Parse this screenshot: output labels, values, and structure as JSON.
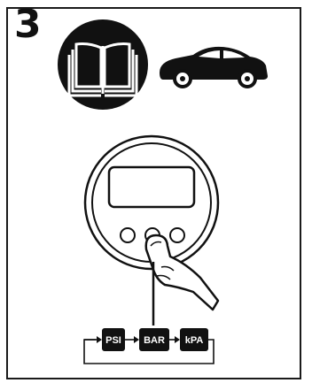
{
  "step": {
    "number": "3"
  },
  "units": {
    "psi": "PSI",
    "bar": "BAR",
    "kpa": "kPA"
  },
  "icons": [
    "manual-book-icon",
    "car-icon",
    "pressure-gauge-icon",
    "finger-press-icon"
  ],
  "colors": {
    "ink": "#111111",
    "paper": "#ffffff"
  }
}
